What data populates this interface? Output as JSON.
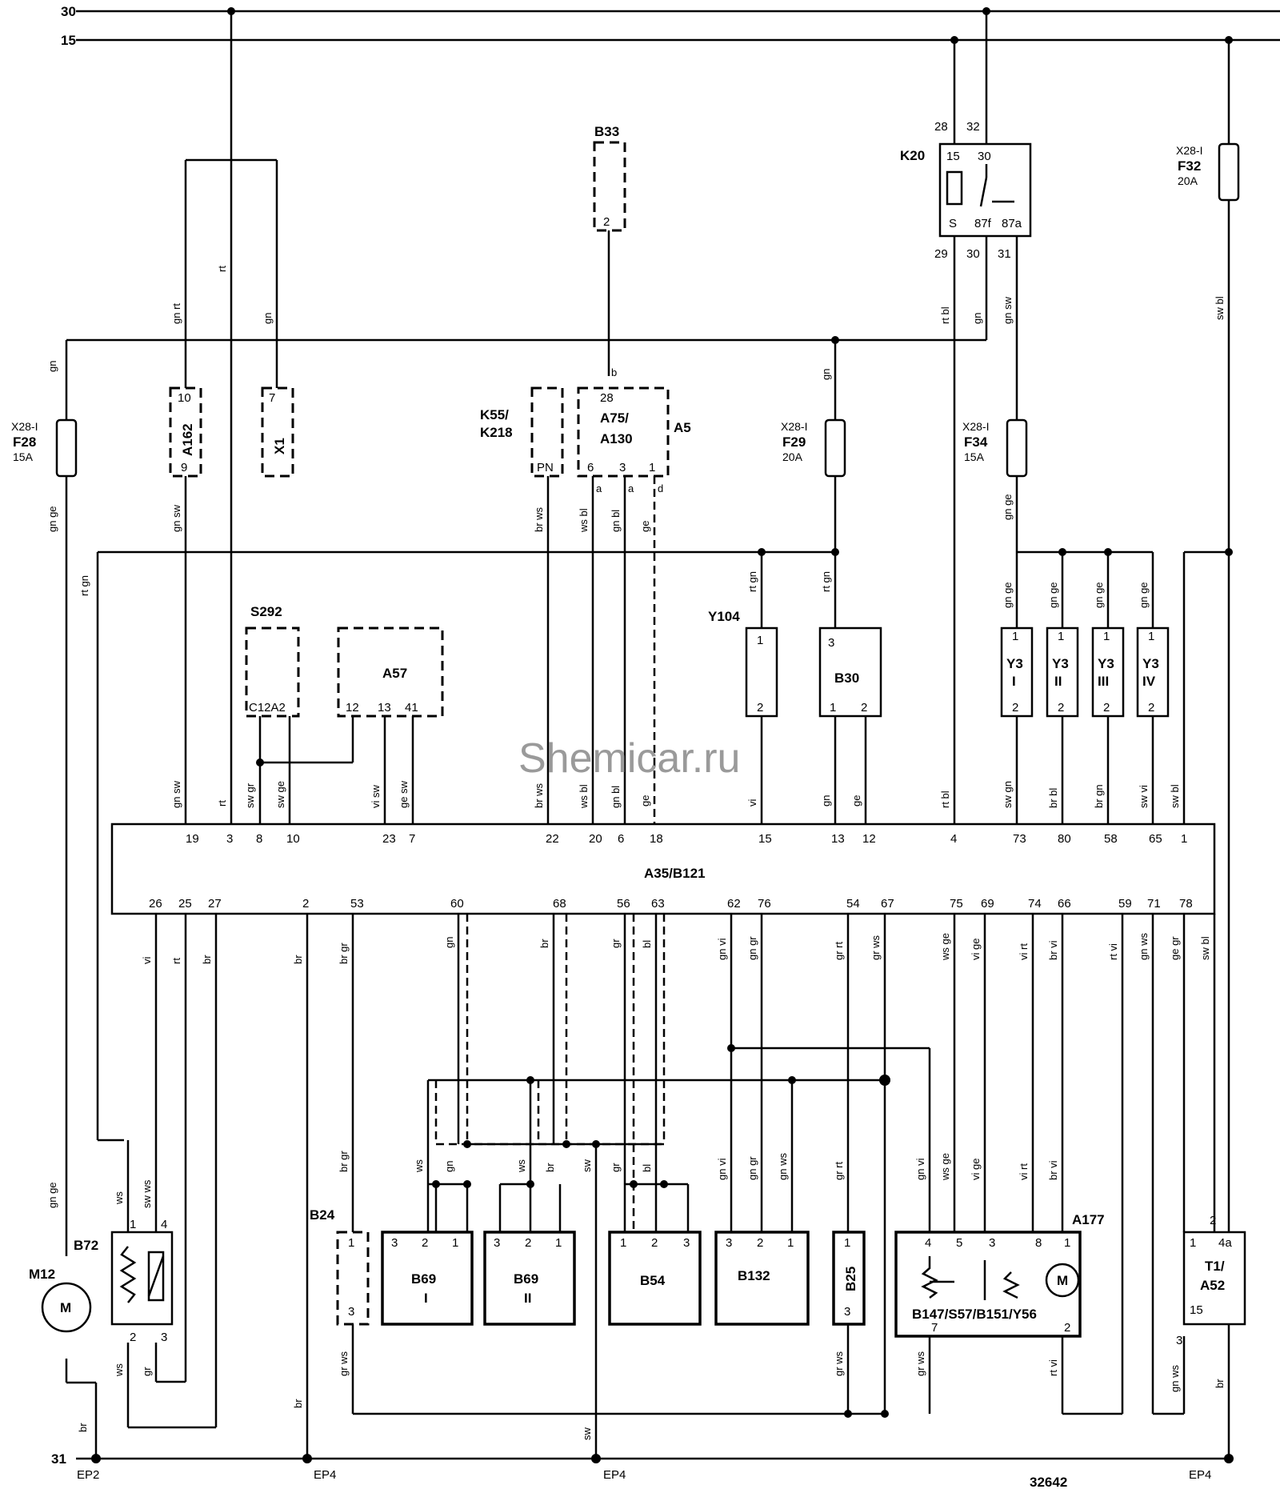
{
  "rails": {
    "r30": "30",
    "r15": "15",
    "r31": "31"
  },
  "watermark": "Shemicar.ru",
  "drawing_number": "32642",
  "ground_points": {
    "ep2": "EP2",
    "ep4": "EP4"
  },
  "connector_x28": "X28-I",
  "fuses": {
    "f28": {
      "name": "F28",
      "rating": "15A"
    },
    "f29": {
      "name": "F29",
      "rating": "20A"
    },
    "f34": {
      "name": "F34",
      "rating": "15A"
    },
    "f32": {
      "name": "F32",
      "rating": "20A"
    }
  },
  "relay_k20": {
    "name": "K20",
    "pins_top": [
      "28",
      "32"
    ],
    "pins_bottom": [
      "29",
      "30",
      "31"
    ],
    "terms_top": [
      "15",
      "30"
    ],
    "terms_bottom": [
      "S",
      "87f",
      "87a"
    ]
  },
  "components": {
    "a162": {
      "name": "A162",
      "pin_top": "10",
      "pin_bottom": "9"
    },
    "x1": {
      "name": "X1",
      "pin": "7"
    },
    "b33": {
      "name": "B33",
      "pin": "2"
    },
    "k55": {
      "name1": "K55/",
      "name2": "K218",
      "pin": "PN"
    },
    "a75": {
      "name1": "A75/",
      "name2": "A130",
      "name3": "A5",
      "pin_top": "28",
      "pins": [
        "6",
        "3",
        "1"
      ]
    },
    "s292": {
      "name": "S292",
      "pins": "C12A2"
    },
    "a57": {
      "name": "A57",
      "pins": [
        "12",
        "13",
        "41"
      ]
    },
    "y104": {
      "name": "Y104",
      "pin1": "1",
      "pin2": "2"
    },
    "b30": {
      "name": "B30",
      "pin_top": "3",
      "pins": [
        "1",
        "2"
      ]
    },
    "y3": [
      {
        "name": "Y3",
        "sub": "I"
      },
      {
        "name": "Y3",
        "sub": "II"
      },
      {
        "name": "Y3",
        "sub": "III"
      },
      {
        "name": "Y3",
        "sub": "IV"
      }
    ],
    "ecu": {
      "name": "A35/B121"
    },
    "m12": {
      "name": "M12",
      "symbol": "M"
    },
    "b72": {
      "name": "B72",
      "pins": [
        "1",
        "4",
        "2",
        "3"
      ]
    },
    "b24": {
      "name": "B24",
      "pin1": "1",
      "pin3": "3"
    },
    "b69_1": {
      "name": "B69",
      "sub": "I",
      "pins": [
        "3",
        "2",
        "1"
      ]
    },
    "b69_2": {
      "name": "B69",
      "sub": "II",
      "pins": [
        "3",
        "2",
        "1"
      ]
    },
    "b54": {
      "name": "B54",
      "pins": [
        "1",
        "2",
        "3"
      ]
    },
    "b132": {
      "name": "B132",
      "pins": [
        "3",
        "2",
        "1"
      ]
    },
    "b25": {
      "name": "B25",
      "pin1": "1",
      "pin3": "3"
    },
    "a177": {
      "name": "A177",
      "label": "B147/S57/B151/Y56",
      "pins": [
        "4",
        "5",
        "3",
        "8",
        "1",
        "7",
        "2"
      ]
    },
    "t1": {
      "name1": "T1/",
      "name2": "A52",
      "pins": [
        "1",
        "2",
        "4a",
        "15",
        "3"
      ]
    }
  },
  "ecu_pins_top": [
    "19",
    "3",
    "8",
    "10",
    "23",
    "7",
    "22",
    "20",
    "6",
    "18",
    "15",
    "13",
    "12",
    "4",
    "73",
    "80",
    "58",
    "65",
    "1"
  ],
  "ecu_pins_bottom": [
    "26",
    "25",
    "27",
    "2",
    "53",
    "60",
    "68",
    "56",
    "63",
    "62",
    "76",
    "54",
    "67",
    "75",
    "69",
    "74",
    "66",
    "59",
    "71",
    "78"
  ],
  "wire_colors": {
    "gn": "gn",
    "gn_ge": "gn ge",
    "gn_rt": "gn rt",
    "gn_sw": "gn sw",
    "rt": "rt",
    "rt_gn": "rt gn",
    "rt_bl": "rt bl",
    "sw_bl": "sw bl",
    "br_ws": "br ws",
    "ws_bl": "ws bl",
    "gn_bl": "gn bl",
    "ge": "ge",
    "vi": "vi",
    "sw_gr": "sw gr",
    "sw_ge": "sw ge",
    "vi_sw": "vi sw",
    "ge_sw": "ge sw",
    "sw_gn": "sw gn",
    "br_bl": "br bl",
    "br_gn": "br gn",
    "sw_vi": "sw vi",
    "br": "br",
    "br_gr": "br gr",
    "gr": "gr",
    "bl": "bl",
    "gn_vi": "gn vi",
    "gn_gr": "gn gr",
    "gr_rt": "gr rt",
    "gr_ws": "gr ws",
    "ws_ge": "ws ge",
    "vi_ge": "vi ge",
    "vi_rt": "vi rt",
    "br_vi": "br vi",
    "rt_vi": "rt vi",
    "gn_ws": "gn ws",
    "ge_gr": "ge gr",
    "ws": "ws",
    "sw_ws": "sw ws",
    "sw": "sw",
    "a": "a",
    "b": "b",
    "d": "d"
  }
}
